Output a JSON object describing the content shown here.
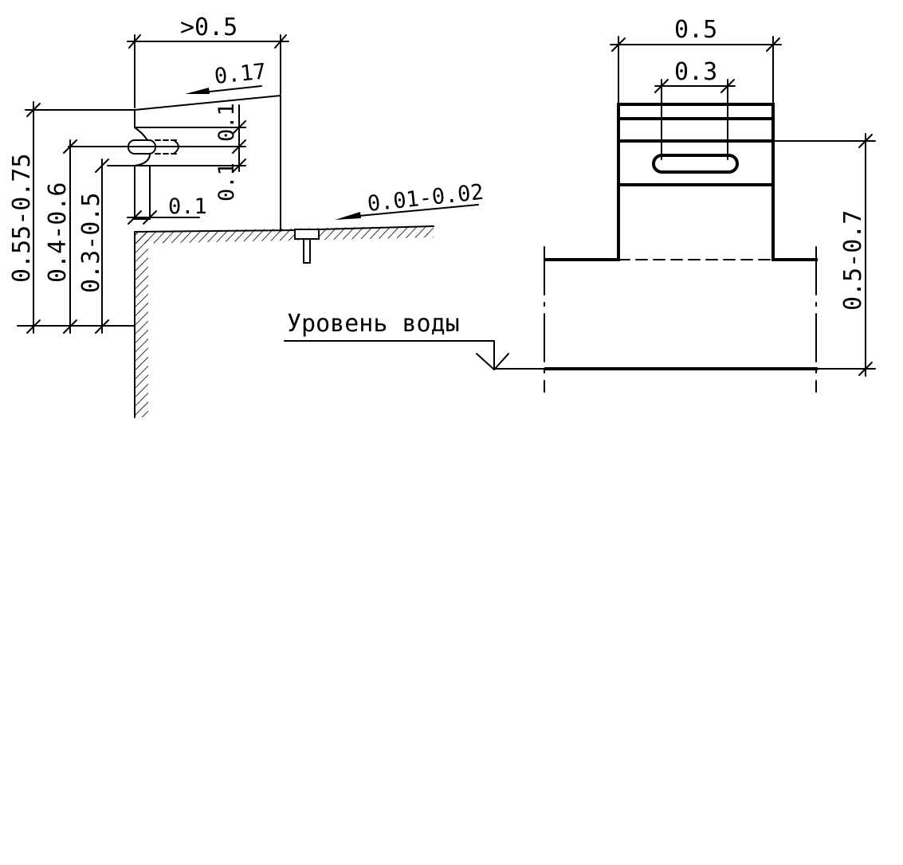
{
  "left_view": {
    "dims": {
      "top_width": ">0.5",
      "slope_top": "0.17",
      "gap_upper": "0.1",
      "gap_lower": "0.1",
      "lip": "0.1",
      "floor_slope": "0.01-0.02",
      "height_a": "0.55-0.75",
      "height_b": "0.4-0.6",
      "height_c": "0.3-0.5"
    }
  },
  "water_label": "Уровень воды",
  "right_view": {
    "dims": {
      "outer_width": "0.5",
      "slot_width": "0.3",
      "height": "0.5-0.7"
    }
  },
  "colors": {
    "line": "#000000",
    "background": "#ffffff"
  }
}
